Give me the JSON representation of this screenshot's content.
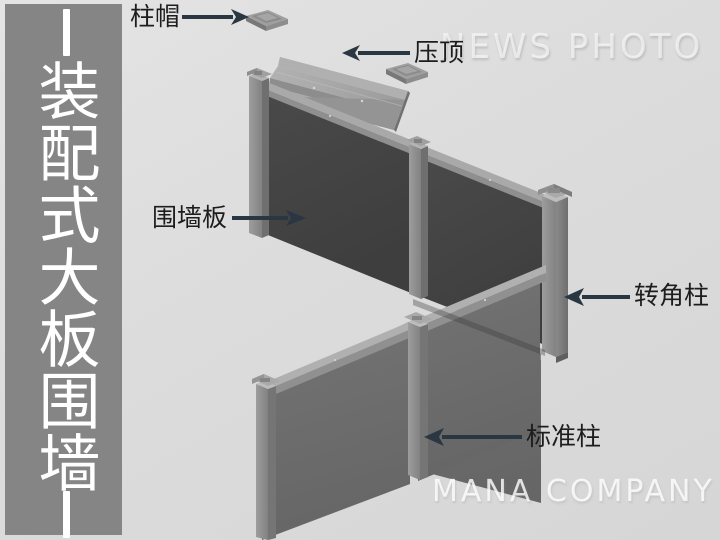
{
  "background": {
    "color": "#dcdcdc",
    "accent_dark": "#2a3642"
  },
  "sidebar": {
    "background_color": "#858585",
    "dash_top": "—",
    "dash_bottom": "—",
    "title": "装配式大板围墙",
    "text_color": "#ffffff"
  },
  "watermarks": [
    {
      "name": "news-photo",
      "text": "NEWS PHOTO"
    },
    {
      "name": "mana-company",
      "text": "MANA COMPANY"
    }
  ],
  "labels": [
    {
      "id": "column-cap",
      "text": "柱帽",
      "arrow": "right"
    },
    {
      "id": "coping",
      "text": "压顶",
      "arrow": "left"
    },
    {
      "id": "wall-panel",
      "text": "围墙板",
      "arrow": "right"
    },
    {
      "id": "corner-column",
      "text": "转角柱",
      "arrow": "left"
    },
    {
      "id": "standard-column",
      "text": "标准柱",
      "arrow": "left"
    }
  ],
  "diagram": {
    "title": "装配式大板围墙",
    "type": "3d-isometric-assembly",
    "parts": [
      {
        "name": "柱帽",
        "english": "column cap",
        "count": 2,
        "color": "#8e8e8e",
        "exploded": true
      },
      {
        "name": "压顶",
        "english": "coping rail",
        "count": 1,
        "color": "#9a9a9a",
        "exploded": true
      },
      {
        "name": "围墙板",
        "english": "wall panel",
        "count": 4,
        "color": "#434343"
      },
      {
        "name": "转角柱",
        "english": "corner column",
        "count": 1,
        "color": "#757575"
      },
      {
        "name": "标准柱",
        "english": "standard column",
        "count": 3,
        "color": "#7d7d7d"
      }
    ],
    "colors": {
      "panel_dark": "#434343",
      "panel_light": "#6b6b6b",
      "column": "#8c8c8c",
      "coping": "#9d9d9d",
      "edge": "#5a5a5a"
    }
  }
}
